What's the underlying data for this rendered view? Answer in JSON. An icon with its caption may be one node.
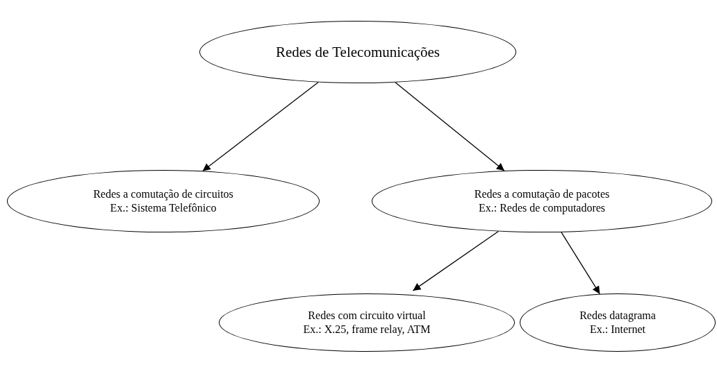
{
  "diagram": {
    "nodes": [
      {
        "text": [
          "Redes de Telecomunicações"
        ]
      },
      {
        "text": [
          "Redes a comutação de circuitos",
          "Ex.: Sistema Telefônico"
        ]
      },
      {
        "text": [
          "Redes a comutação de pacotes",
          "Ex.: Redes de computadores"
        ]
      },
      {
        "text": [
          "Redes com circuito virtual",
          "Ex.: X.25, frame relay, ATM"
        ]
      },
      {
        "text": [
          "Redes datagrama",
          "Ex.: Internet"
        ]
      }
    ],
    "edges": [
      {
        "from": 0,
        "to": 1,
        "arrow": "to"
      },
      {
        "from": 0,
        "to": 2,
        "arrow": "to"
      },
      {
        "from": 2,
        "to": 3,
        "arrow": "to"
      },
      {
        "from": 2,
        "to": 4,
        "arrow": "to"
      }
    ]
  }
}
